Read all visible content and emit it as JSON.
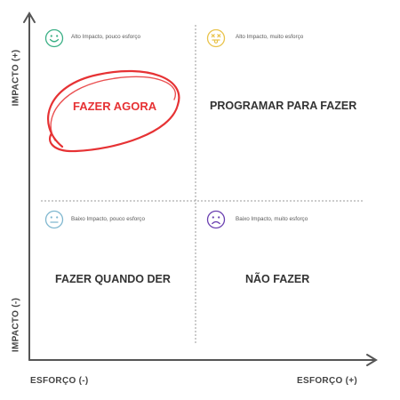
{
  "axes": {
    "y_top": "IMPACTO (+)",
    "y_bottom": "IMPACTO (-)",
    "x_left": "ESFORÇO (-)",
    "x_right": "ESFORÇO (+)"
  },
  "quadrants": {
    "top_left": {
      "description": "Alto Impacto, pouco esforço",
      "title": "FAZER AGORA",
      "icon": "smile-face-icon",
      "color": "#3aaf85"
    },
    "top_right": {
      "description": "Alto Impacto, muito esforço",
      "title": "PROGRAMAR PARA FAZER",
      "icon": "tongue-out-face-icon",
      "color": "#e9c34a"
    },
    "bottom_left": {
      "description": "Baixo Impacto, pouco esforço",
      "title": "FAZER QUANDO DER",
      "icon": "neutral-face-icon",
      "color": "#7fb7cf"
    },
    "bottom_right": {
      "description": "Baixo Impacto, muito esforço",
      "title": "NÃO FAZER",
      "icon": "sad-face-icon",
      "color": "#6a3fb0"
    }
  },
  "highlight_color": "#e63234"
}
